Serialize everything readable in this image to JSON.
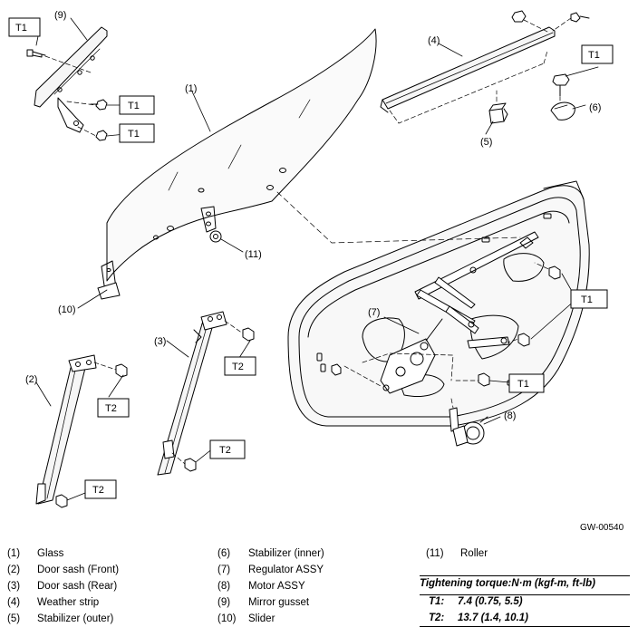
{
  "callouts": {
    "c1": "(1)",
    "c2": "(2)",
    "c3": "(3)",
    "c4": "(4)",
    "c5": "(5)",
    "c6": "(6)",
    "c7": "(7)",
    "c8": "(8)",
    "c9": "(9)",
    "c10": "(10)",
    "c11": "(11)"
  },
  "torque_boxes": {
    "t1": "T1",
    "t2": "T2"
  },
  "figure_id": "GW-00540",
  "legend": [
    {
      "num": "(1)",
      "label": "Glass"
    },
    {
      "num": "(2)",
      "label": "Door sash (Front)"
    },
    {
      "num": "(3)",
      "label": "Door sash (Rear)"
    },
    {
      "num": "(4)",
      "label": "Weather strip"
    },
    {
      "num": "(5)",
      "label": "Stabilizer (outer)"
    },
    {
      "num": "(6)",
      "label": "Stabilizer (inner)"
    },
    {
      "num": "(7)",
      "label": "Regulator ASSY"
    },
    {
      "num": "(8)",
      "label": "Motor ASSY"
    },
    {
      "num": "(9)",
      "label": "Mirror gusset"
    },
    {
      "num": "(10)",
      "label": "Slider"
    },
    {
      "num": "(11)",
      "label": "Roller"
    }
  ],
  "torque_table": {
    "heading": "Tightening torque:N·m (kgf-m, ft-lb)",
    "rows": [
      {
        "key": "T1:",
        "value": "7.4 (0.75, 5.5)"
      },
      {
        "key": "T2:",
        "value": "13.7 (1.4, 10.1)"
      }
    ]
  }
}
